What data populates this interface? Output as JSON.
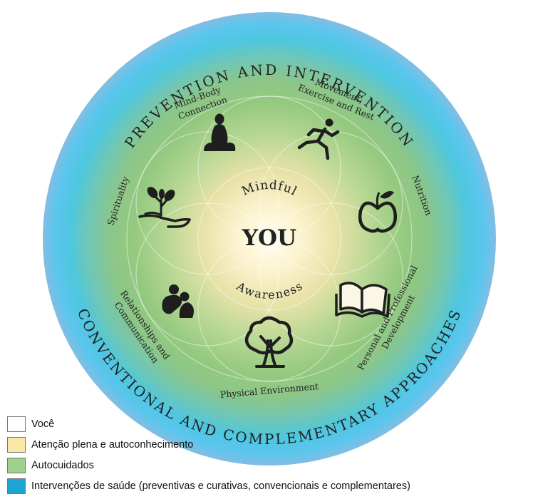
{
  "diagram": {
    "outer_arc_top": "PREVENTION AND INTERVENTION",
    "outer_arc_bottom": "CONVENTIONAL AND COMPLEMENTARY APPROACHES",
    "center_top": "Mindful",
    "center_main": "YOU",
    "center_bottom": "Awareness",
    "self_care_areas": [
      {
        "line1": "Mind-Body",
        "line2": "Connection",
        "icon": "meditation-icon"
      },
      {
        "line1": "Movement,",
        "line2": "Exercise and Rest",
        "icon": "runner-icon"
      },
      {
        "line1": "Nutrition",
        "line2": "",
        "icon": "apple-icon"
      },
      {
        "line1": "Personal and Professional",
        "line2": "Development",
        "icon": "book-icon"
      },
      {
        "line1": "Physical Environment",
        "line2": "",
        "icon": "tree-icon"
      },
      {
        "line1": "Relationships and",
        "line2": "Communication",
        "icon": "couple-icon"
      },
      {
        "line1": "Spirituality",
        "line2": "",
        "icon": "hand-sprout-icon"
      }
    ],
    "colors": {
      "outer_ring": "#3fc3e8",
      "middle_ring": "#8ec47a",
      "center": "#fdfbe6",
      "text": "#222222"
    }
  },
  "legend": [
    {
      "label": "Você",
      "color": "#ffffff"
    },
    {
      "label": "Atenção plena e autoconhecimento",
      "color": "#fbe7a6"
    },
    {
      "label": "Autocuidados",
      "color": "#9fd08e"
    },
    {
      "label": "Intervenções de saúde (preventivas e curativas, convencionais e complementares)",
      "color": "#1aa5d2"
    }
  ]
}
